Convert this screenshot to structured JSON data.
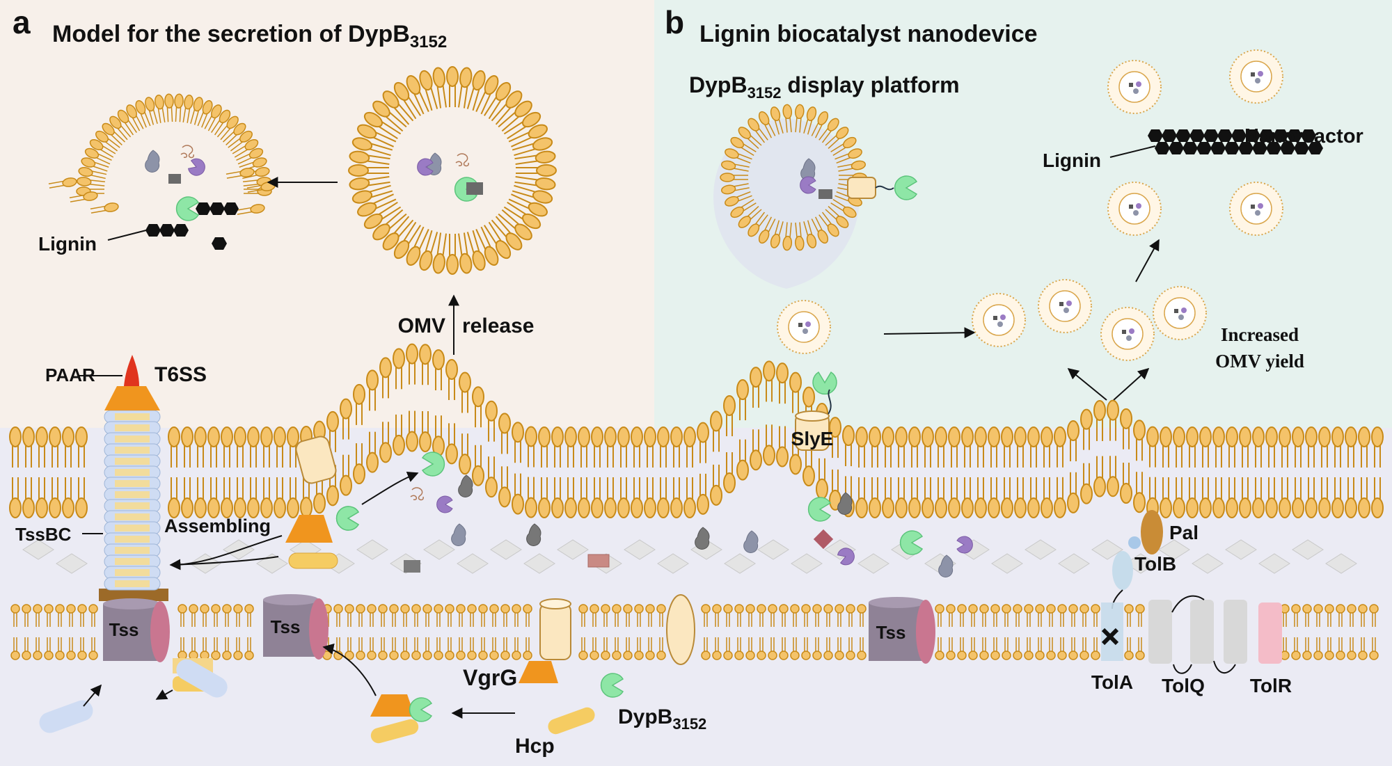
{
  "panel_a": {
    "letter": "a",
    "title": "Model for the secretion of DypB",
    "title_sub": "3152",
    "labels": {
      "lignin": "Lignin",
      "omv_release_1": "OMV",
      "omv_release_2": "release",
      "paar": "PAAR",
      "t6ss": "T6SS",
      "assembling": "Assembling",
      "tssbc": "TssBC",
      "tss": "Tss",
      "vgrg": "VgrG",
      "dypb": "DypB",
      "dypb_sub": "3152",
      "hcp": "Hcp"
    }
  },
  "panel_b": {
    "letter": "b",
    "title": "Lignin biocatalyst nanodevice",
    "display_platform": "DypB",
    "display_platform_sub": "3152",
    "display_platform_rest": " display platform",
    "nanoreactor": "Nanoreactor",
    "lignin": "Lignin",
    "increased_1": "Increased",
    "increased_2": "OMV yield",
    "slye": "SlyE",
    "tss": "Tss",
    "pal": "Pal",
    "tolb": "TolB",
    "tola": "TolA",
    "tolq": "TolQ",
    "tolr": "TolR"
  },
  "colors": {
    "panel_a_bg": "#f7f0ea",
    "panel_b_bg": "#e6f2ee",
    "cell_bg": "#ebebf4",
    "lipid": "#f4c36a",
    "lipid_stroke": "#c88a18",
    "dypb_green": "#8ee6a6",
    "vgrg_orange": "#f0951e",
    "tss_purple": "#8f8296",
    "tss_pink": "#c97690",
    "lignin_black": "#111111"
  }
}
